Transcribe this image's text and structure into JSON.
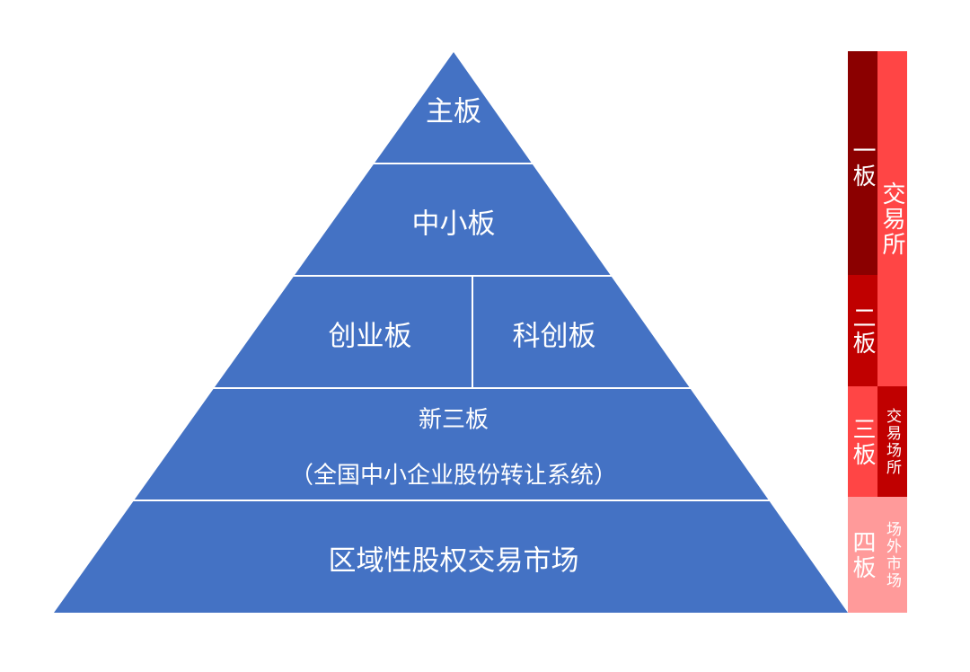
{
  "pyramid": {
    "tiers": {
      "main_board": "主板",
      "sme_board": "中小板",
      "chinext": "创业板",
      "star_market": "科创板",
      "neeq_title": "新三板",
      "neeq_subtitle": "（全国中小企业股份转让系统）",
      "regional": "区域性股权交易市场"
    },
    "color": "#4472c4"
  },
  "side_bar": {
    "levels": [
      {
        "label": "一板",
        "color": "#8b0000"
      },
      {
        "label": "二板",
        "color": "#c00000"
      },
      {
        "label": "三板",
        "color": "#ff4545"
      },
      {
        "label": "四板",
        "color": "#ff9a9a"
      }
    ],
    "categories": [
      {
        "label": "交易所",
        "color": "#ff4545"
      },
      {
        "label": "交易场所",
        "color": "#c00000"
      },
      {
        "label": "场外市场",
        "color": "#ff9a9a"
      }
    ]
  }
}
